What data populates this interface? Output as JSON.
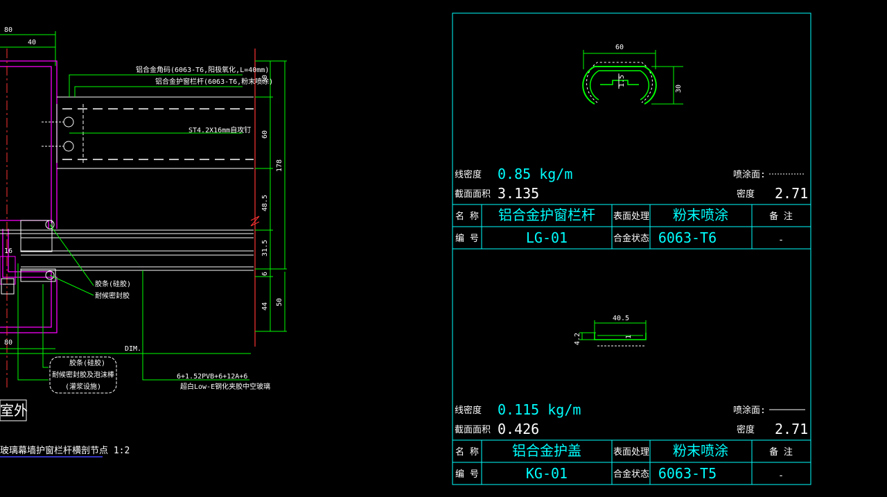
{
  "left_detail": {
    "dim_80_top": "80",
    "dim_40": "40",
    "callout_corner": "铝合金角码(6063-T6,阳极氧化,L=40mm)",
    "callout_rail": "铝合金护窗栏杆(6063-T6,粉末喷涂)",
    "callout_screw": "ST4.2X16mm自攻钉",
    "callout_gasket": "胶条(硅胶)",
    "callout_sealant": "耐候密封胶",
    "callout_strip_1": "胶条(硅胶)",
    "callout_strip_2": "耐候密封胶及泡沫棒",
    "callout_strip_3": "(灌浆设施)",
    "glass_spec_1": "6+1.52PVB+6+12A+6",
    "glass_spec_2": "超白Low-E钢化夹胶中空玻璃",
    "dim_label": "DIM.",
    "dim_16": "16",
    "dim_80_bottom": "80",
    "dims_vertical": [
      "30",
      "60",
      "48.5",
      "31.5",
      "6",
      "44"
    ],
    "dims_total": [
      "178",
      "50"
    ],
    "outside_label": "室外",
    "section_title": "玻璃幕墙护窗栏杆横剖节点 1:2"
  },
  "profile_sheet": {
    "profiles": [
      {
        "dim_width": "60",
        "dim_height": "30",
        "dim_inner": "1.5",
        "linear_density_label": "线密度",
        "linear_density_value": "0.85 kg/m",
        "area_label": "截面面积",
        "area_value": "3.135",
        "coating_label": "喷涂面:",
        "density_label": "密度",
        "density_value": "2.71",
        "name_label": "名 称",
        "name_value": "铝合金护窗栏杆",
        "surface_label": "表面处理",
        "surface_value": "粉末喷涂",
        "remark_label": "备 注",
        "code_label": "编 号",
        "code_value": "LG-01",
        "alloy_label": "合金状态",
        "alloy_value": "6063-T6",
        "remark_value": "-"
      },
      {
        "dim_width": "40.5",
        "dim_height": "4.2",
        "dim_inner": "1",
        "linear_density_label": "线密度",
        "linear_density_value": "0.115 kg/m",
        "area_label": "截面面积",
        "area_value": "0.426",
        "coating_label": "喷涂面:",
        "density_label": "密度",
        "density_value": "2.71",
        "name_label": "名 称",
        "name_value": "铝合金护盖",
        "surface_label": "表面处理",
        "surface_value": "粉末喷涂",
        "remark_label": "备 注",
        "code_label": "编 号",
        "code_value": "KG-01",
        "alloy_label": "合金状态",
        "alloy_value": "6063-T5",
        "remark_value": "-"
      }
    ]
  }
}
